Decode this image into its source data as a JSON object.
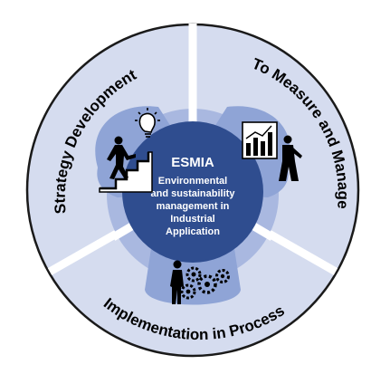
{
  "diagram": {
    "center": {
      "title": "ESMIA",
      "subtitle_lines": [
        "Environmental",
        "and sustainability",
        "management in",
        "Industrial",
        "Application"
      ]
    },
    "segments": [
      {
        "label": "Strategy Development",
        "icon": "person-climbing-stairs-icon",
        "icon2": "light-bulb-icon"
      },
      {
        "label": "To Measure and Manage",
        "icon": "bar-chart-icon",
        "icon2": "person-presenting-icon"
      },
      {
        "label": "Implementation in Process",
        "icon": "person-standing-icon",
        "icon2": "gears-icon"
      }
    ],
    "colors": {
      "outer_ring": "#d5dcef",
      "ring_border": "#1a1a1a",
      "divider": "#ffffff",
      "trefoil": "#8fa4d6",
      "inner_disk": "#a9b8e0",
      "center": "#2f4d8f"
    }
  }
}
